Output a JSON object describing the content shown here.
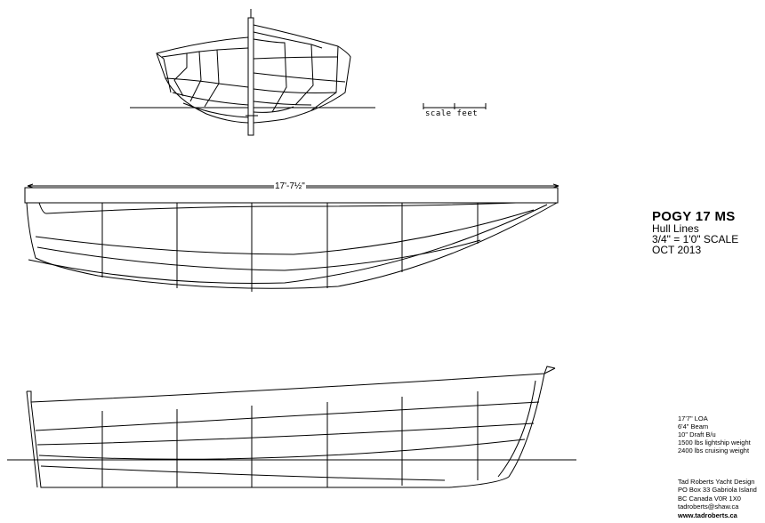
{
  "title_block": {
    "boat_name": "POGY 17 MS",
    "drawing_name": "Hull Lines",
    "scale": "3/4\" = 1'0\"  SCALE",
    "date": "OCT 2013"
  },
  "scale_bar_label": "scale feet",
  "overall_length_dimension": "17'-7½\"",
  "specs": [
    "17'7\" LOA",
    "6'4\" Beam",
    "10\" Draft B/u",
    "1500 lbs lightship weight",
    "2400 lbs cruising weight"
  ],
  "designer": [
    "Tad Roberts Yacht Design",
    "PO Box 33 Gabriola Island",
    "BC Canada V0R 1X0",
    "tadroberts@shaw.ca",
    "www.tadroberts.ca"
  ],
  "line_color": "#000000"
}
